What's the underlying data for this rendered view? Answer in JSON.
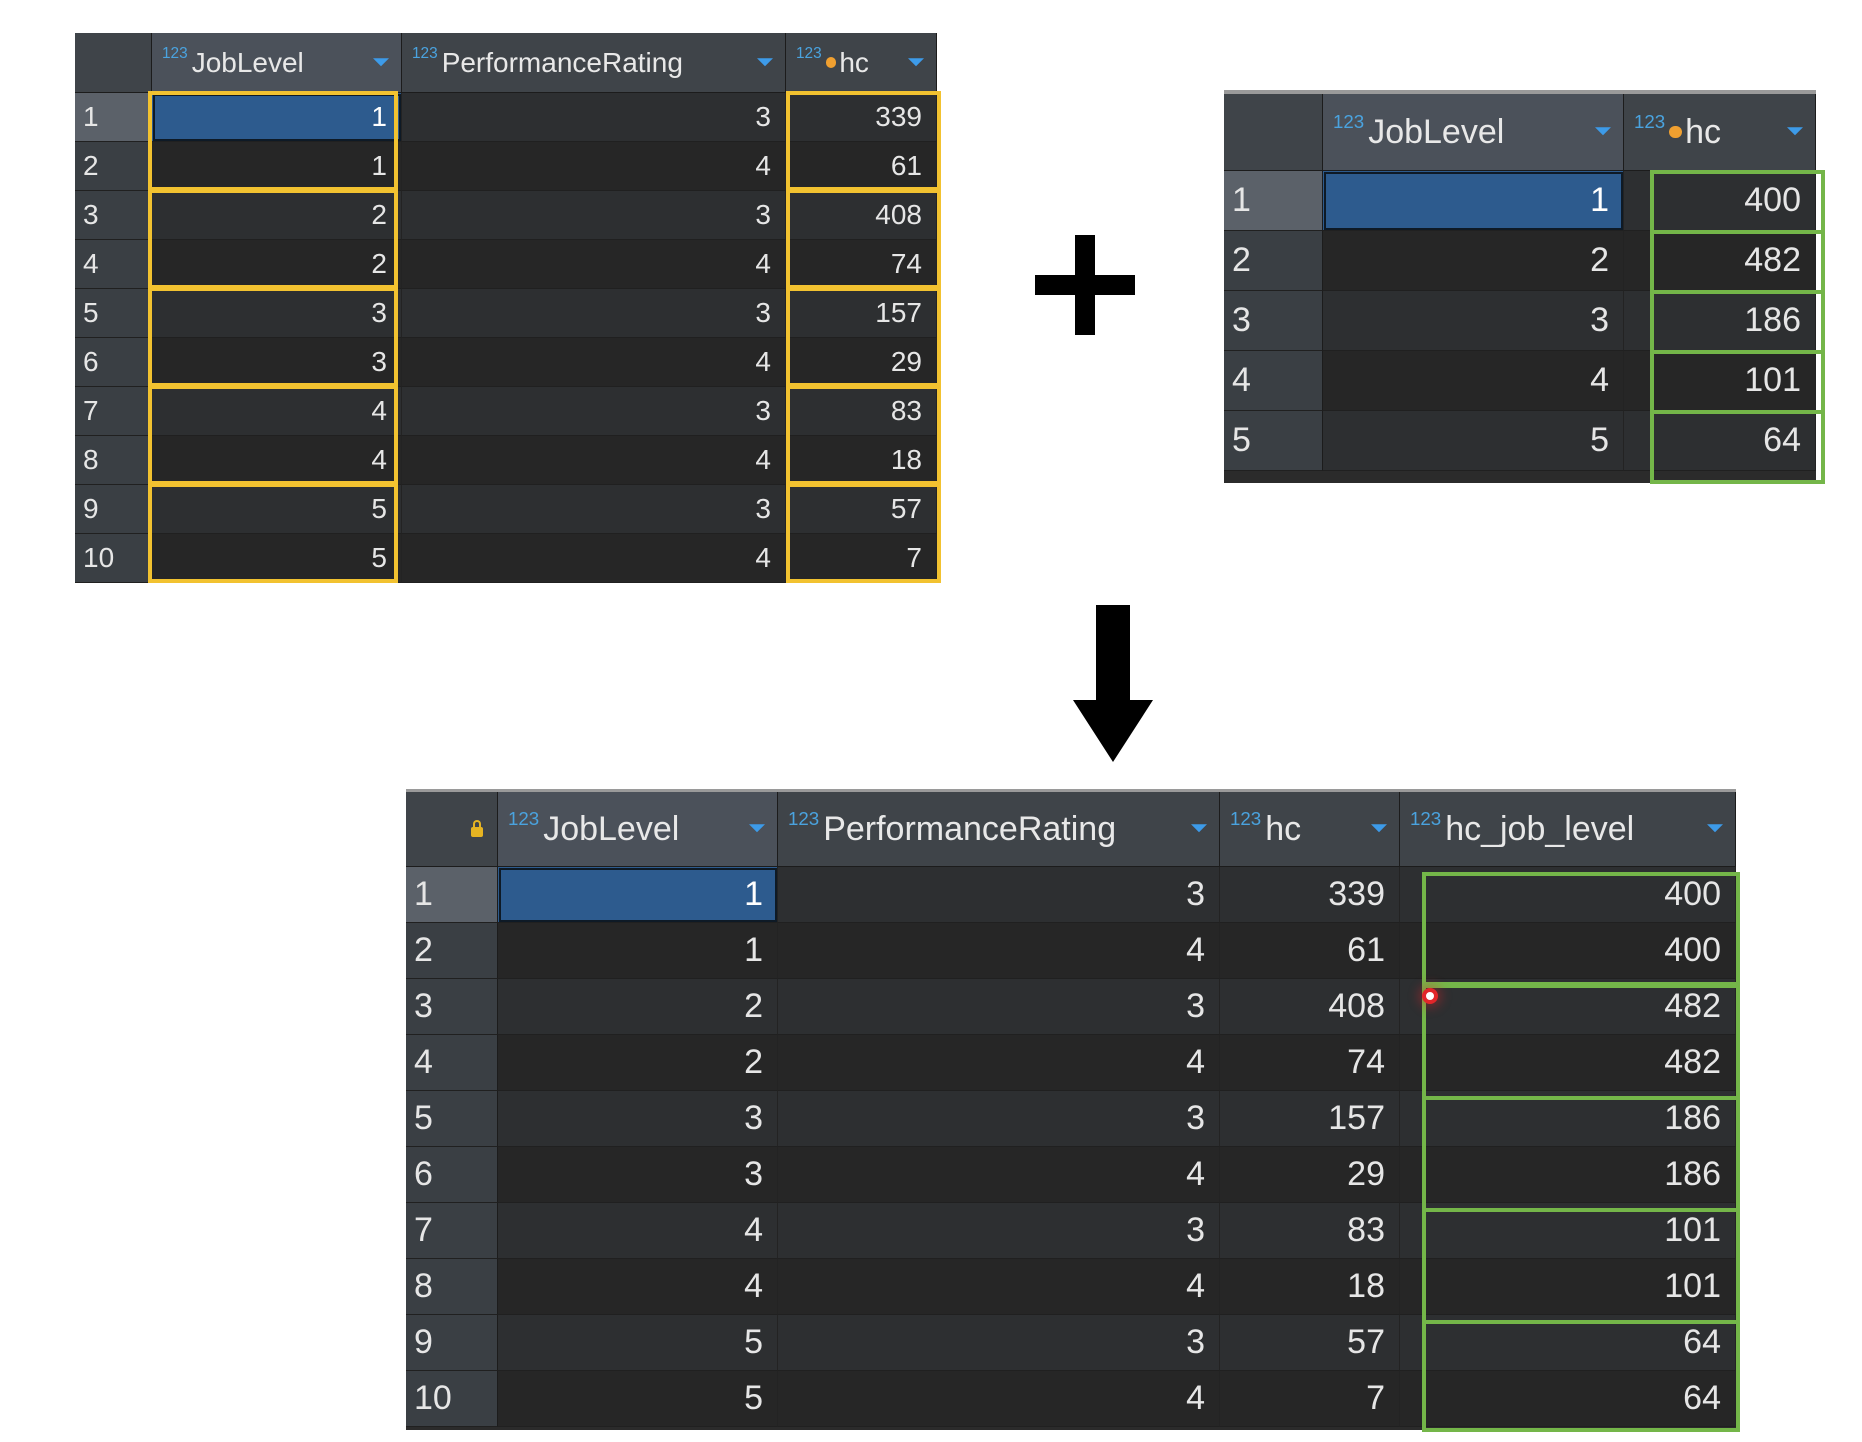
{
  "table1": {
    "columns": [
      {
        "type_icon": "123",
        "label": "JobLevel",
        "key": false
      },
      {
        "type_icon": "123",
        "label": "PerformanceRating",
        "key": false
      },
      {
        "type_icon": "123",
        "label": "hc",
        "key": true
      }
    ],
    "rows": [
      {
        "n": "1",
        "job_level": "1",
        "performance_rating": "3",
        "hc": "339"
      },
      {
        "n": "2",
        "job_level": "1",
        "performance_rating": "4",
        "hc": "61"
      },
      {
        "n": "3",
        "job_level": "2",
        "performance_rating": "3",
        "hc": "408"
      },
      {
        "n": "4",
        "job_level": "2",
        "performance_rating": "4",
        "hc": "74"
      },
      {
        "n": "5",
        "job_level": "3",
        "performance_rating": "3",
        "hc": "157"
      },
      {
        "n": "6",
        "job_level": "3",
        "performance_rating": "4",
        "hc": "29"
      },
      {
        "n": "7",
        "job_level": "4",
        "performance_rating": "3",
        "hc": "83"
      },
      {
        "n": "8",
        "job_level": "4",
        "performance_rating": "4",
        "hc": "18"
      },
      {
        "n": "9",
        "job_level": "5",
        "performance_rating": "3",
        "hc": "57"
      },
      {
        "n": "10",
        "job_level": "5",
        "performance_rating": "4",
        "hc": "7"
      }
    ]
  },
  "table2": {
    "columns": [
      {
        "type_icon": "123",
        "label": "JobLevel",
        "key": false
      },
      {
        "type_icon": "123",
        "label": "hc",
        "key": true
      }
    ],
    "rows": [
      {
        "n": "1",
        "job_level": "1",
        "hc": "400"
      },
      {
        "n": "2",
        "job_level": "2",
        "hc": "482"
      },
      {
        "n": "3",
        "job_level": "3",
        "hc": "186"
      },
      {
        "n": "4",
        "job_level": "4",
        "hc": "101"
      },
      {
        "n": "5",
        "job_level": "5",
        "hc": "64"
      }
    ]
  },
  "table3": {
    "columns": [
      {
        "type_icon": "123",
        "label": "JobLevel"
      },
      {
        "type_icon": "123",
        "label": "PerformanceRating"
      },
      {
        "type_icon": "123",
        "label": "hc"
      },
      {
        "type_icon": "123",
        "label": "hc_job_level"
      }
    ],
    "rows": [
      {
        "n": "1",
        "job_level": "1",
        "performance_rating": "3",
        "hc": "339",
        "hc_job_level": "400"
      },
      {
        "n": "2",
        "job_level": "1",
        "performance_rating": "4",
        "hc": "61",
        "hc_job_level": "400"
      },
      {
        "n": "3",
        "job_level": "2",
        "performance_rating": "3",
        "hc": "408",
        "hc_job_level": "482"
      },
      {
        "n": "4",
        "job_level": "2",
        "performance_rating": "4",
        "hc": "74",
        "hc_job_level": "482"
      },
      {
        "n": "5",
        "job_level": "3",
        "performance_rating": "3",
        "hc": "157",
        "hc_job_level": "186"
      },
      {
        "n": "6",
        "job_level": "3",
        "performance_rating": "4",
        "hc": "29",
        "hc_job_level": "186"
      },
      {
        "n": "7",
        "job_level": "4",
        "performance_rating": "3",
        "hc": "83",
        "hc_job_level": "101"
      },
      {
        "n": "8",
        "job_level": "4",
        "performance_rating": "4",
        "hc": "18",
        "hc_job_level": "101"
      },
      {
        "n": "9",
        "job_level": "5",
        "performance_rating": "3",
        "hc": "57",
        "hc_job_level": "64"
      },
      {
        "n": "10",
        "job_level": "5",
        "performance_rating": "4",
        "hc": "7",
        "hc_job_level": "64"
      }
    ]
  },
  "colors": {
    "grid_background": "#2b2b2b",
    "header_background": "#3f4449",
    "selected_cell": "#2d5b8e",
    "type_icon": "#4aa3df",
    "dropdown_caret": "#3d9be9",
    "key_dot": "#f0a030",
    "highlight_yellow": "#f2c230",
    "highlight_green": "#74b649"
  },
  "icons": {
    "plus": "plus-icon",
    "arrow": "arrow-down-icon",
    "lock": "lock-icon",
    "cursor": "cursor-indicator-icon",
    "key": "key-dot-icon",
    "sort": "chevron-down-icon"
  }
}
